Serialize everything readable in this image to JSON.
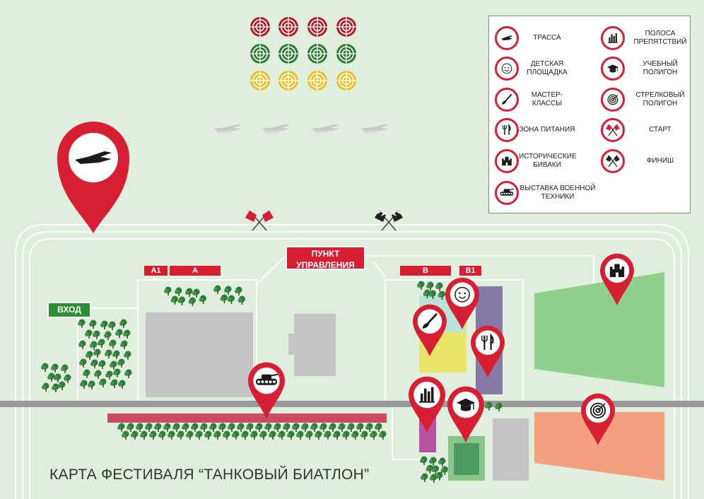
{
  "map": {
    "title": "КАРТА ФЕСТИВАЛЯ “ТАНКОВЫЙ БИАТЛОН”",
    "labels": {
      "entrance": "ВХОД",
      "control_point_line1": "ПУНКТ",
      "control_point_line2": "УПРАВЛЕНИЯ",
      "sector_a1": "A1",
      "sector_a": "A",
      "sector_b": "B",
      "sector_b1": "B1"
    },
    "colors": {
      "background": "#dfeedd",
      "accent_red": "#d71f33",
      "entrance_green": "#2b8f35",
      "target_red": "#b0202a",
      "target_green": "#2e7d32",
      "target_yellow": "#e8c22b"
    }
  },
  "legend": {
    "items": [
      {
        "icon": "track-icon",
        "label": "ТРАССА"
      },
      {
        "icon": "child-face-icon",
        "label": "ДЕТСКАЯ ПЛОЩАДКА"
      },
      {
        "icon": "brush-icon",
        "label": "МАСТЕР-КЛАССЫ"
      },
      {
        "icon": "fork-knife-icon",
        "label": "ЗОНА ПИТАНИЯ"
      },
      {
        "icon": "castle-icon",
        "label": "ИСТОРИЧЕСКИЕ БИВАКИ"
      },
      {
        "icon": "armored-vehicle-icon",
        "label": "ВЫСТАВКА ВОЕННОЙ ТЕХНИКИ"
      },
      {
        "icon": "bar-chart-icon",
        "label": "ПОЛОСА ПРЕПЯТСТВИЙ"
      },
      {
        "icon": "graduation-cap-icon",
        "label": "УЧЕБНЫЙ ПОЛИГОН"
      },
      {
        "icon": "target-icon",
        "label": "СТРЕЛКОВЫЙ ПОЛИГОН"
      },
      {
        "icon": "start-flags-icon",
        "label": "СТАРТ"
      },
      {
        "icon": "finish-flags-icon",
        "label": "ФИНИШ"
      }
    ]
  }
}
